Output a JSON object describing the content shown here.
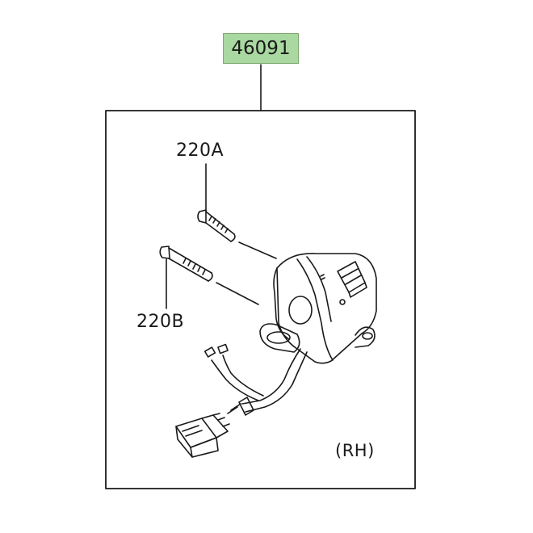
{
  "colors": {
    "badge_fill": "#a9d8a1",
    "badge_border": "#7ea870",
    "line": "#1a1a1a",
    "background": "#ffffff"
  },
  "assembly": {
    "part_number": "46091",
    "side_label": "(RH)"
  },
  "callouts": [
    {
      "id": "screw-a",
      "label": "220A"
    },
    {
      "id": "screw-b",
      "label": "220B"
    }
  ],
  "icons": [
    "screw-icon",
    "switch-housing-icon",
    "wire-harness-icon",
    "connector-icon"
  ]
}
